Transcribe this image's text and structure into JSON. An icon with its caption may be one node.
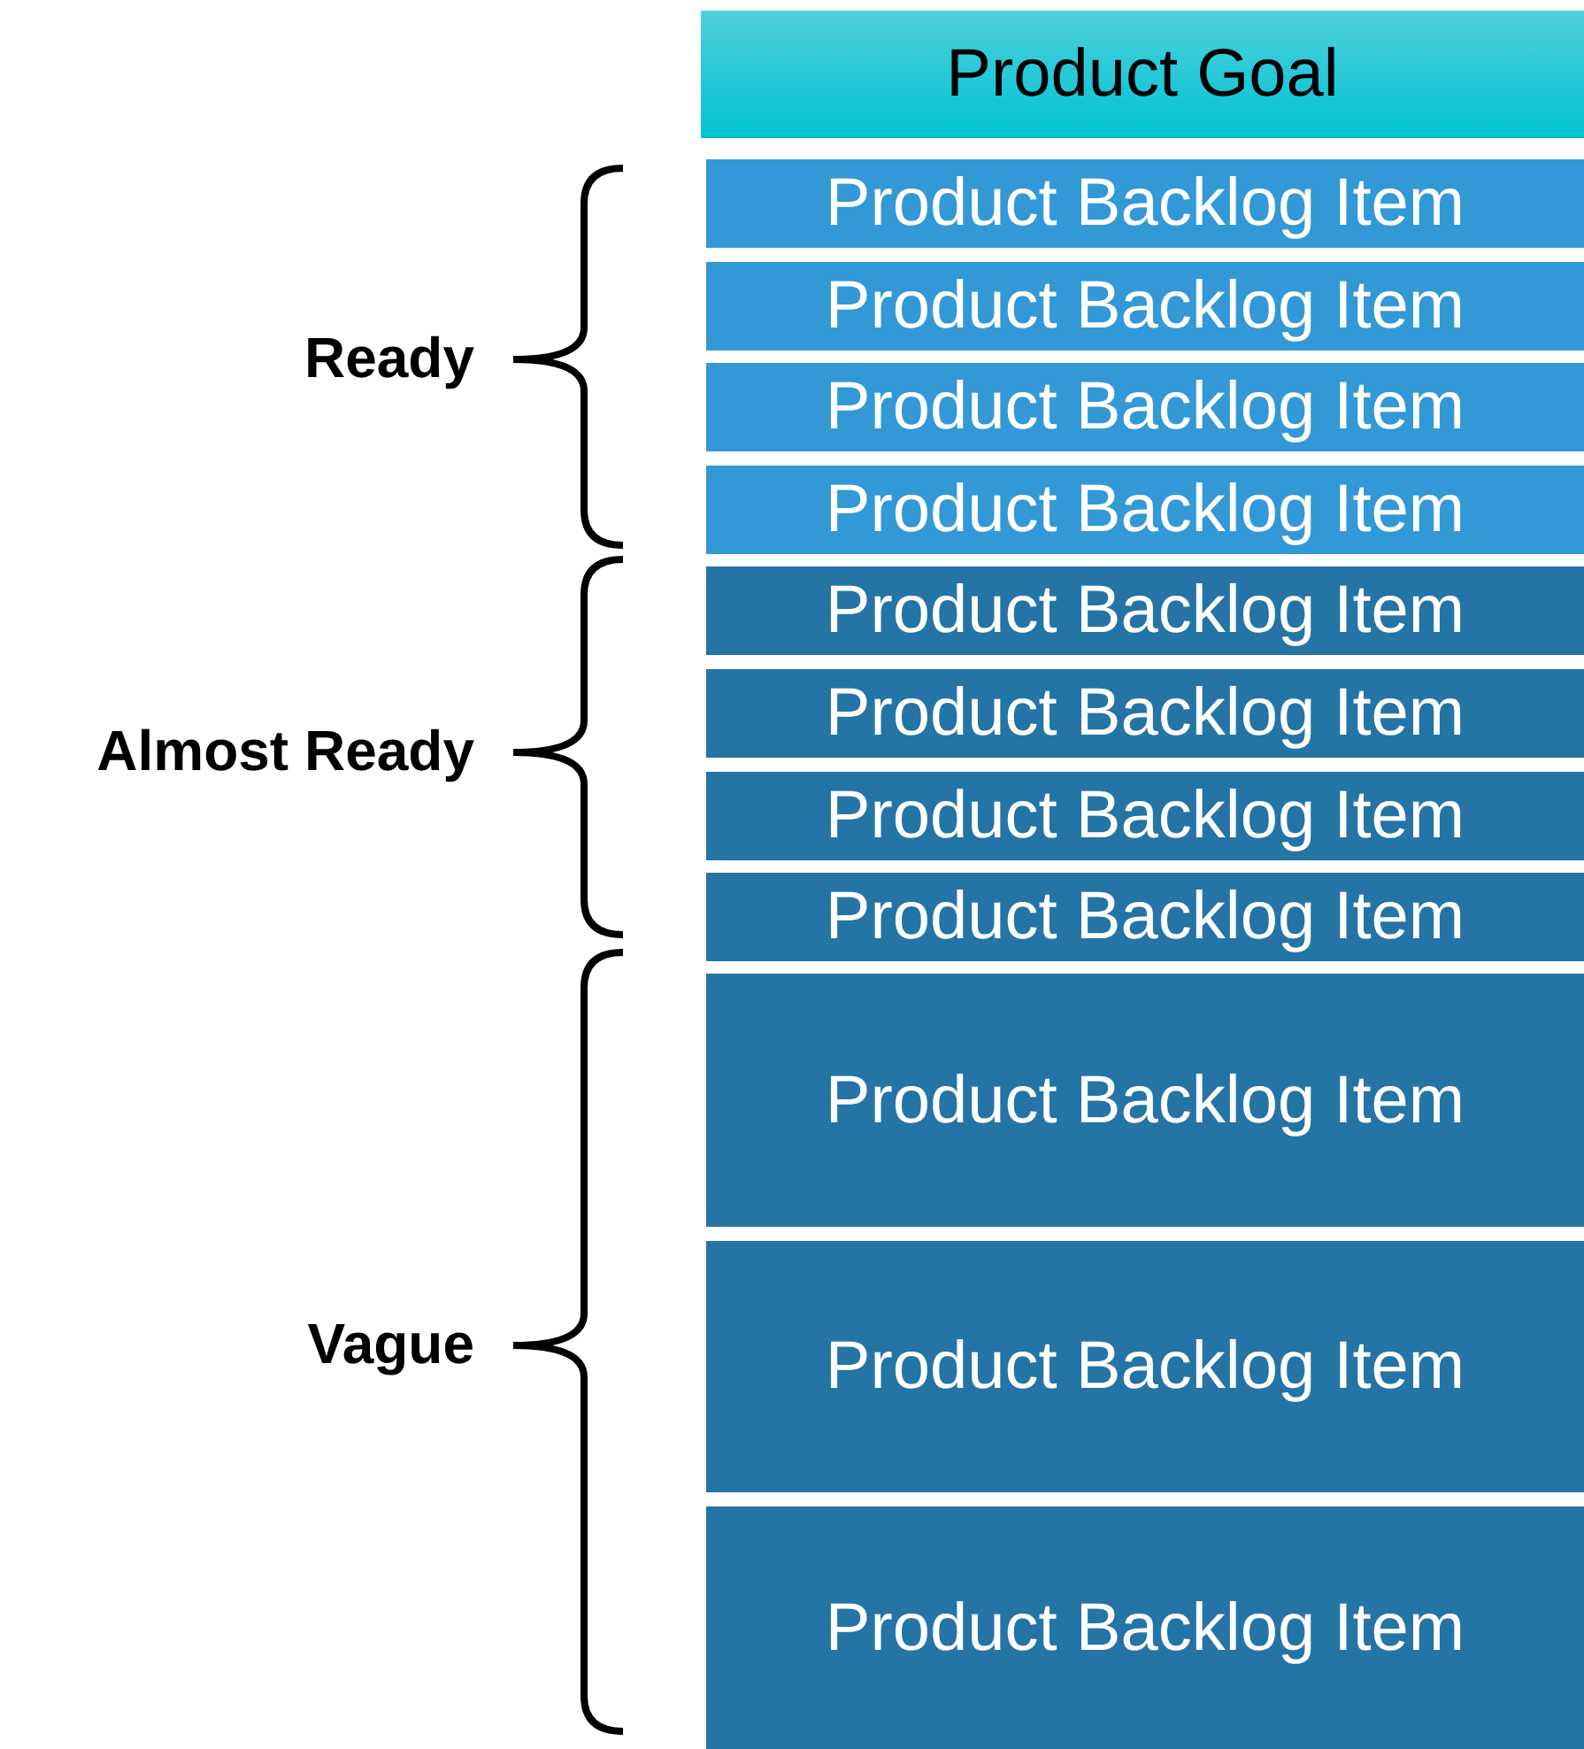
{
  "diagram": {
    "nodes": [
      {
        "text": [
          "Product Goal"
        ]
      },
      {
        "text": [
          "Product Backlog Item"
        ]
      },
      {
        "text": [
          "Product Backlog Item"
        ]
      },
      {
        "text": [
          "Product Backlog Item"
        ]
      },
      {
        "text": [
          "Product Backlog Item"
        ]
      },
      {
        "text": [
          "Product Backlog Item"
        ]
      },
      {
        "text": [
          "Product Backlog Item"
        ]
      },
      {
        "text": [
          "Product Backlog Item"
        ]
      },
      {
        "text": [
          "Product Backlog Item"
        ]
      },
      {
        "text": [
          "Product Backlog Item"
        ]
      },
      {
        "text": [
          "Product Backlog Item"
        ]
      },
      {
        "text": [
          "Product Backlog Item"
        ]
      }
    ],
    "edges": [],
    "labels": [
      "Ready",
      "Almost Ready",
      "Vague"
    ]
  }
}
